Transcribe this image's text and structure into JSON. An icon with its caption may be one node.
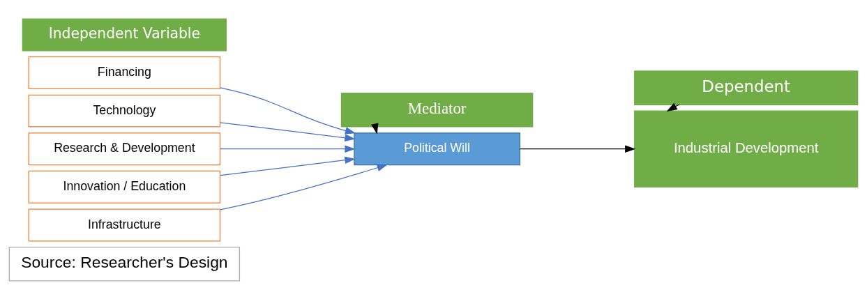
{
  "diagram": {
    "nodes": [
      {
        "text": [
          "Independent Variable"
        ]
      },
      {
        "text": [
          "Financing"
        ]
      },
      {
        "text": [
          "Technology"
        ]
      },
      {
        "text": [
          "Research & Development"
        ]
      },
      {
        "text": [
          "Innovation / Education"
        ]
      },
      {
        "text": [
          "Infrastructure"
        ]
      },
      {
        "text": [
          "Mediator"
        ]
      },
      {
        "text": [
          "Political Will"
        ]
      },
      {
        "text": [
          "Dependent"
        ]
      },
      {
        "text": [
          "Industrial Development"
        ]
      },
      {
        "text": [
          "Source: Researcher's Design"
        ]
      }
    ],
    "edges": [
      {
        "from": 1,
        "to": 7,
        "arrow": "to",
        "color": "#4472c4"
      },
      {
        "from": 2,
        "to": 7,
        "arrow": "to",
        "color": "#4472c4"
      },
      {
        "from": 3,
        "to": 7,
        "arrow": "to",
        "color": "#4472c4"
      },
      {
        "from": 4,
        "to": 7,
        "arrow": "to",
        "color": "#4472c4"
      },
      {
        "from": 5,
        "to": 7,
        "arrow": "to",
        "color": "#4472c4"
      },
      {
        "from": 6,
        "to": 7,
        "arrow": "to",
        "color": "#000000"
      },
      {
        "from": 7,
        "to": 9,
        "arrow": "to",
        "color": "#000000"
      },
      {
        "from": 8,
        "to": 9,
        "arrow": "to",
        "color": "#000000"
      }
    ]
  }
}
